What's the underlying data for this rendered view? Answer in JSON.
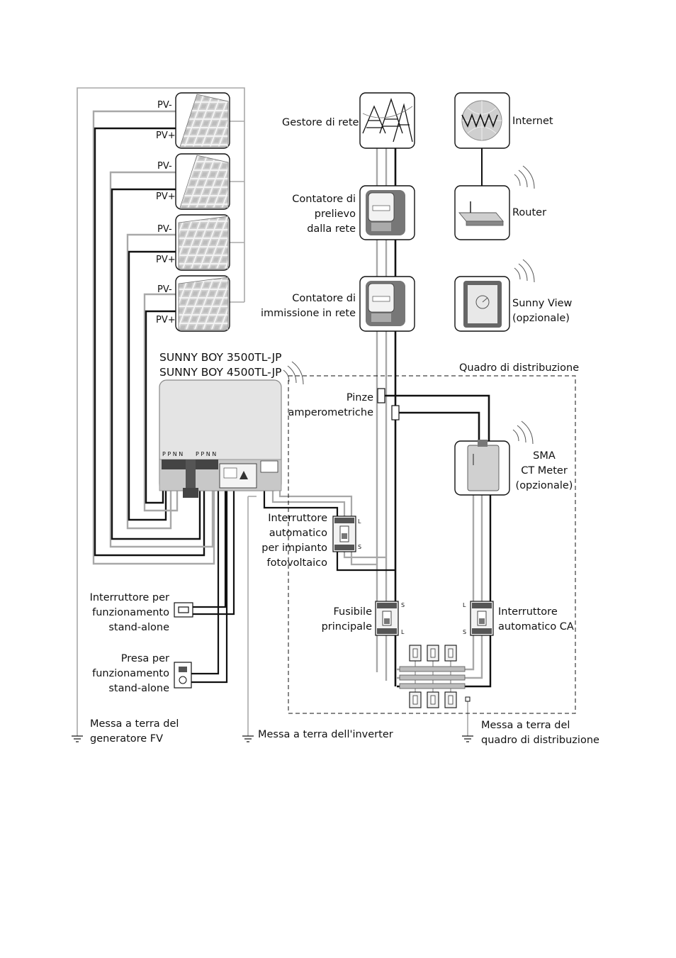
{
  "pv_modules": [
    {
      "minus": "PV-",
      "plus": "PV+"
    },
    {
      "minus": "PV-",
      "plus": "PV+"
    },
    {
      "minus": "PV-",
      "plus": "PV+"
    },
    {
      "minus": "PV-",
      "plus": "PV+"
    }
  ],
  "grid_operator": "Gestore di rete",
  "internet": "Internet",
  "router": "Router",
  "meter_purchase": [
    "Contatore di",
    "prelievo",
    "dalla rete"
  ],
  "meter_feedin": [
    "Contatore di",
    "immissione in rete"
  ],
  "sunny_view": [
    "Sunny View",
    "(opzionale)"
  ],
  "inverter_models": [
    "SUNNY BOY 3500TL-JP",
    "SUNNY BOY 4500TL-JP"
  ],
  "inverter_terminals": [
    "P P N N",
    "P P N N"
  ],
  "distribution_board": "Quadro di distribuzione",
  "current_clamps": [
    "Pinze",
    "amperometriche"
  ],
  "ct_meter": [
    "SMA",
    "CT Meter",
    "(opzionale)"
  ],
  "pv_breaker": [
    "Interruttore",
    "automatico",
    "per impianto",
    "fotovoltaico"
  ],
  "main_fuse": [
    "Fusibile",
    "principale"
  ],
  "ac_breaker": [
    "Interruttore",
    "automatico CA"
  ],
  "terminal_marks": {
    "l": "L",
    "s": "S"
  },
  "standalone_switch": [
    "Interruttore per",
    "funzionamento",
    "stand-alone"
  ],
  "standalone_socket": [
    "Presa per",
    "funzionamento",
    "stand-alone"
  ],
  "ground_pv": [
    "Messa a terra del",
    "generatore FV"
  ],
  "ground_inverter": "Messa a terra dell'inverter",
  "ground_board": [
    "Messa a terra del",
    "quadro di distribuzione"
  ],
  "colors": {
    "line": "#111111",
    "grey_wire": "#a8a8a8",
    "device_fill": "#d4d4d4",
    "panel_fill": "#e6e6e6"
  }
}
